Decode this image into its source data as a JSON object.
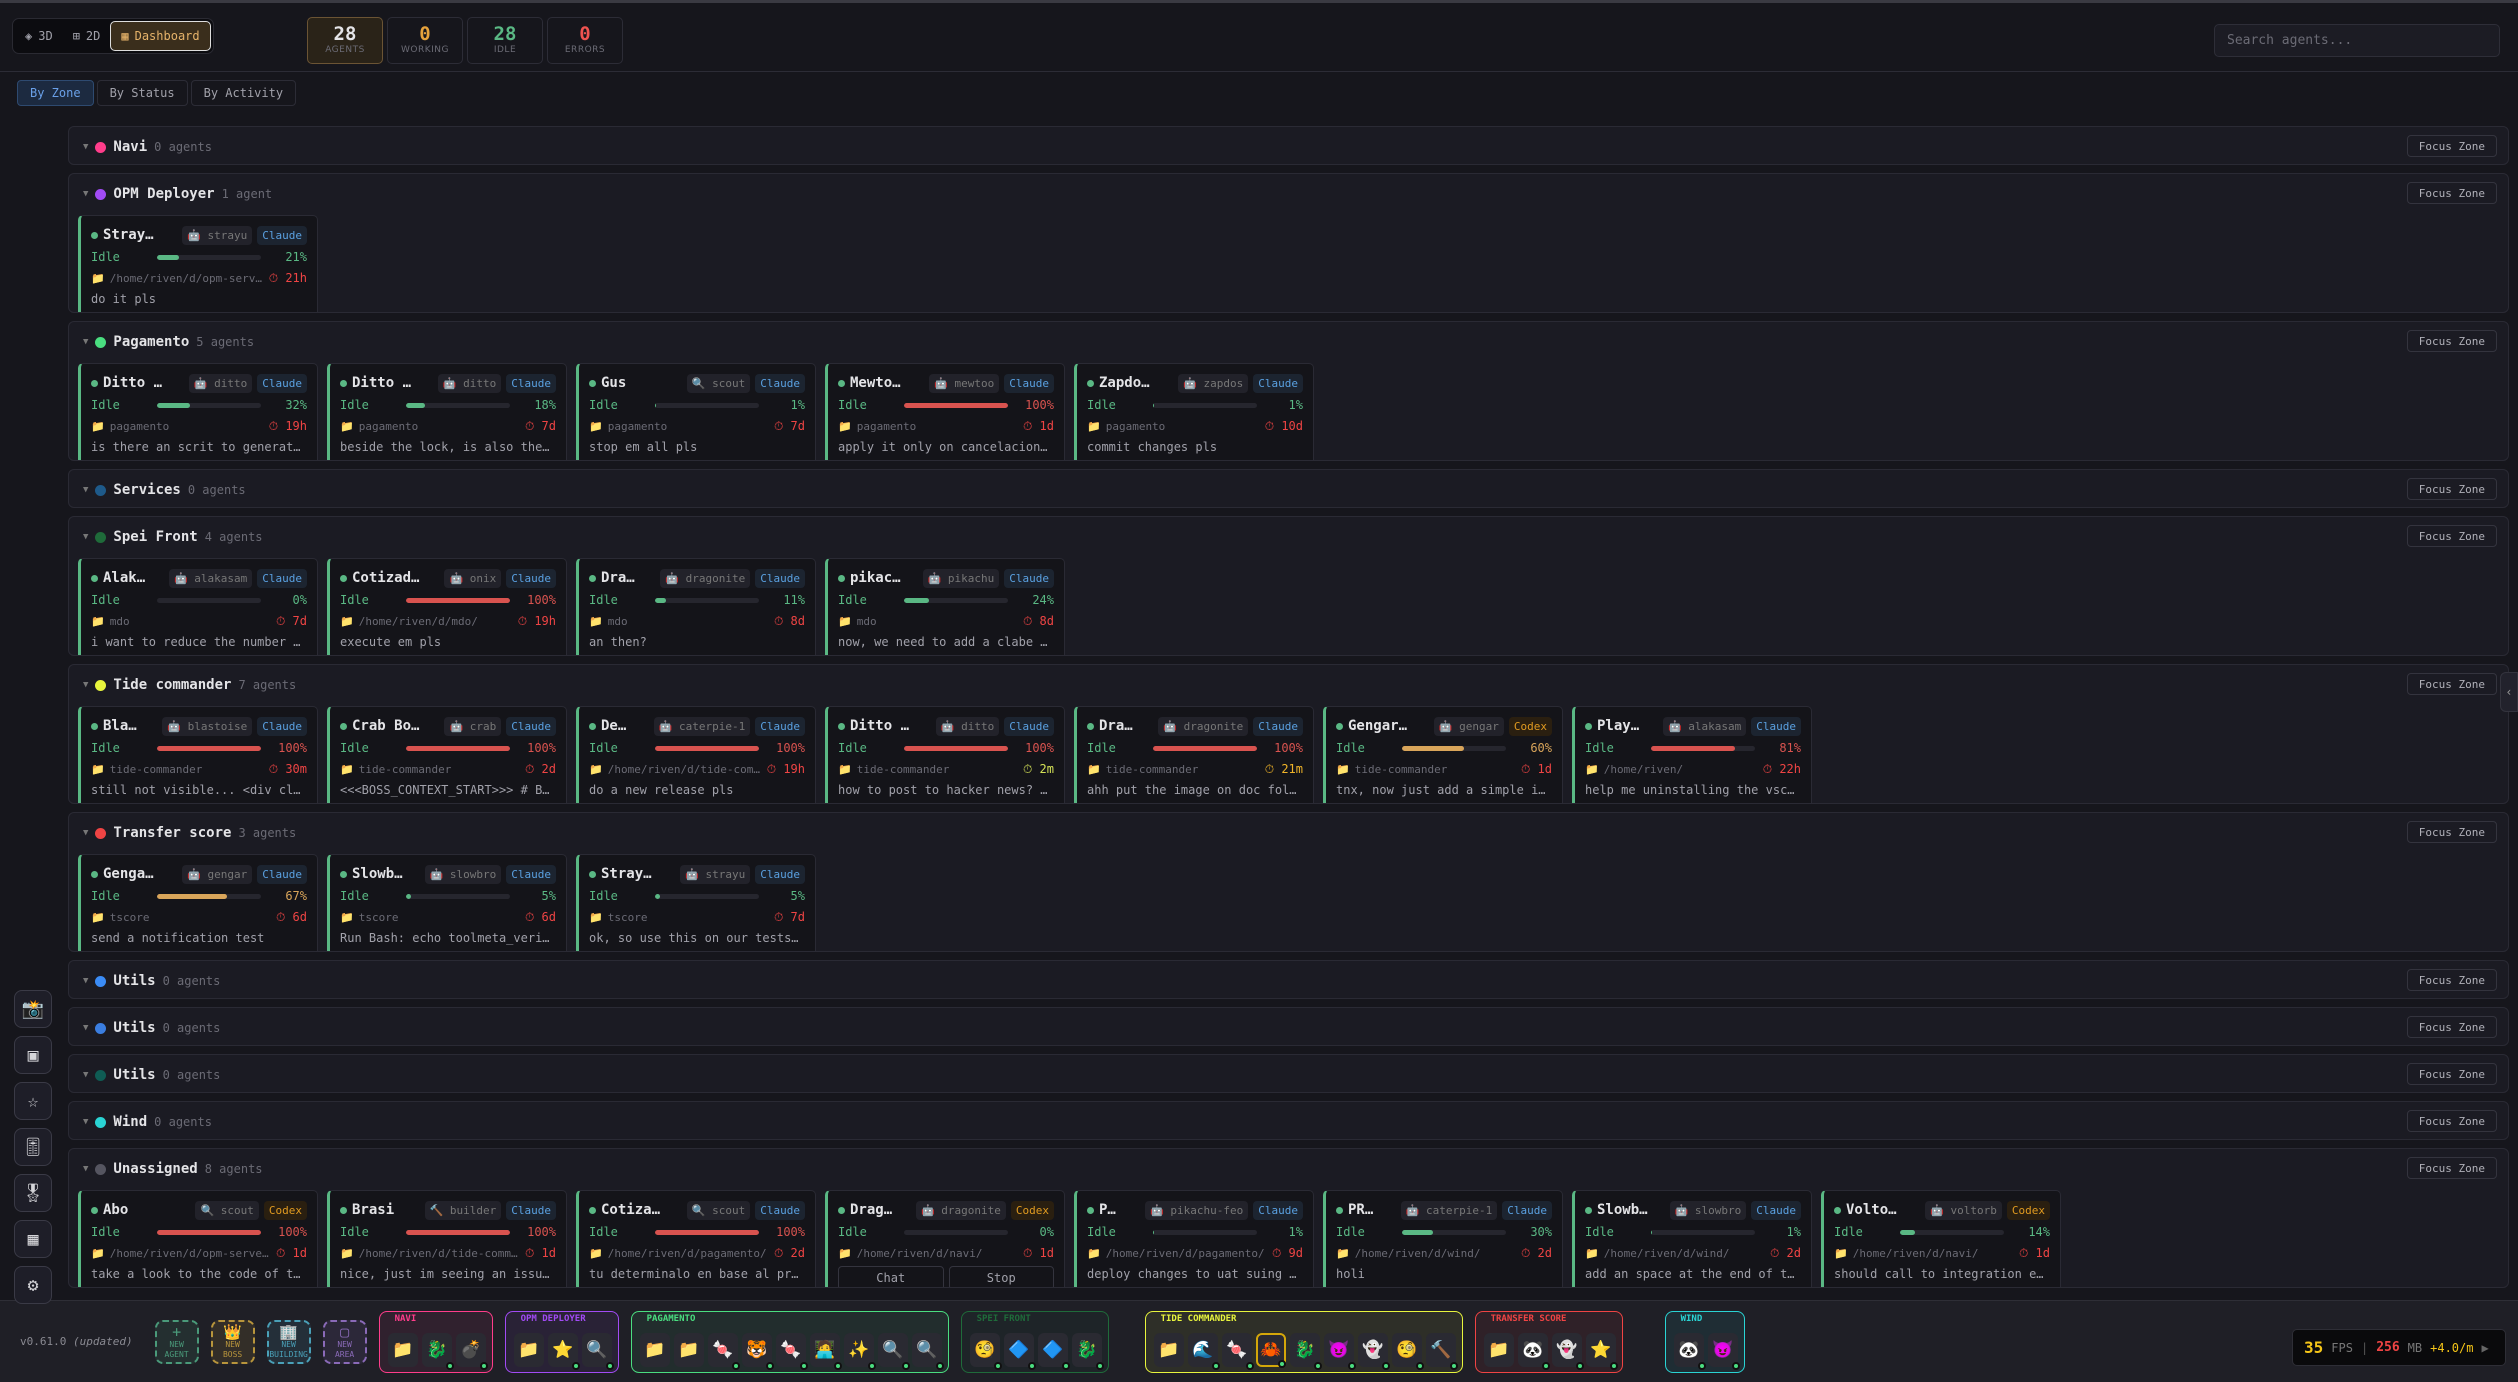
{
  "header": {
    "view_buttons": [
      {
        "icon": "layers-icon",
        "glyph": "◈",
        "label": "3D"
      },
      {
        "icon": "grid-icon",
        "glyph": "⊞",
        "label": "2D"
      },
      {
        "icon": "dashboard-icon",
        "glyph": "▦",
        "label": "Dashboard",
        "active": true
      }
    ],
    "stats": [
      {
        "value": "28",
        "label": "AGENTS",
        "color": "#e4e4e7"
      },
      {
        "value": "0",
        "label": "WORKING",
        "color": "#e6a23c"
      },
      {
        "value": "28",
        "label": "IDLE",
        "color": "#5ab884"
      },
      {
        "value": "0",
        "label": "ERRORS",
        "color": "#ef5350"
      }
    ],
    "search_placeholder": "Search agents..."
  },
  "tabs": [
    {
      "label": "By Zone",
      "active": true
    },
    {
      "label": "By Status"
    },
    {
      "label": "By Activity"
    }
  ],
  "focus_label": "Focus Zone",
  "card_actions": [
    "Chat",
    "Stop"
  ],
  "colors": {
    "low": "#5ab884",
    "mid": "#d9a55a",
    "high": "#d9534f",
    "time_red": "#ef4444",
    "time_yellow": "#d4e157",
    "time_orange": "#f0b429"
  },
  "zones": [
    {
      "name": "Navi",
      "count": "0 agents",
      "color": "#ff3d8b",
      "agents": []
    },
    {
      "name": "OPM Deployer",
      "count": "1 agent",
      "color": "#a24bf5",
      "agents": [
        {
          "name": "Stray…",
          "cls": "🤖 strayu",
          "provider": "Claude",
          "status": "Idle",
          "pct": 21,
          "path": "/home/riven/d/opm-servers…",
          "time": "21h",
          "msg": "do it pls"
        }
      ]
    },
    {
      "name": "Pagamento",
      "count": "5 agents",
      "color": "#4ade80",
      "agents": [
        {
          "name": "Ditto …",
          "cls": "🤖 ditto",
          "provider": "Claude",
          "status": "Idle",
          "pct": 32,
          "path": "pagamento",
          "time": "19h",
          "msg": "is there an scrit to generate a…"
        },
        {
          "name": "Ditto …",
          "cls": "🤖 ditto",
          "provider": "Claude",
          "status": "Idle",
          "pct": 18,
          "path": "pagamento",
          "time": "7d",
          "msg": "beside the lock, is also there …"
        },
        {
          "name": "Gus",
          "cls": "🔍 scout",
          "provider": "Claude",
          "status": "Idle",
          "pct": 1,
          "path": "pagamento",
          "time": "7d",
          "msg": "stop em all pls"
        },
        {
          "name": "Mewto…",
          "cls": "🤖 mewtoo",
          "provider": "Claude",
          "status": "Idle",
          "pct": 100,
          "path": "pagamento",
          "time": "1d",
          "msg": "apply it only on cancelacion pls"
        },
        {
          "name": "Zapdo…",
          "cls": "🤖 zapdos",
          "provider": "Claude",
          "status": "Idle",
          "pct": 1,
          "path": "pagamento",
          "time": "10d",
          "msg": "commit changes pls"
        }
      ]
    },
    {
      "name": "Services",
      "count": "0 agents",
      "color": "#1e5a8a",
      "agents": []
    },
    {
      "name": "Spei Front",
      "count": "4 agents",
      "color": "#1f6b3a",
      "agents": [
        {
          "name": "Alak…",
          "cls": "🤖 alakasam",
          "provider": "Claude",
          "status": "Idle",
          "pct": 0,
          "path": "mdo",
          "time": "7d",
          "msg": "i want to reduce the number of …"
        },
        {
          "name": "Cotizad…",
          "cls": "🤖 onix",
          "provider": "Claude",
          "status": "Idle",
          "pct": 100,
          "path": "/home/riven/d/mdo/",
          "time": "19h",
          "msg": "execute em pls"
        },
        {
          "name": "Dra…",
          "cls": "🤖 dragonite",
          "provider": "Claude",
          "status": "Idle",
          "pct": 11,
          "path": "mdo",
          "time": "8d",
          "msg": "an then?"
        },
        {
          "name": "pikac…",
          "cls": "🤖 pikachu",
          "provider": "Claude",
          "status": "Idle",
          "pct": 24,
          "path": "mdo",
          "time": "8d",
          "msg": "now, we need to add a clabe val…"
        }
      ]
    },
    {
      "name": "Tide commander",
      "count": "7 agents",
      "color": "#e8f53d",
      "agents": [
        {
          "name": "Bla…",
          "cls": "🤖 blastoise",
          "provider": "Claude",
          "status": "Idle",
          "pct": 100,
          "path": "tide-commander",
          "time": "30m",
          "msg": "still not visible... <div class…"
        },
        {
          "name": "Crab Bo…",
          "cls": "🤖 crab",
          "provider": "Claude",
          "status": "Idle",
          "pct": 100,
          "path": "tide-commander",
          "time": "2d",
          "msg": "<<<BOSS_CONTEXT_START>>> # BOSS…"
        },
        {
          "name": "De…",
          "cls": "🤖 caterpie-1",
          "provider": "Claude",
          "status": "Idle",
          "pct": 100,
          "path": "/home/riven/d/tide-comman…",
          "time": "19h",
          "msg": "do a new release pls"
        },
        {
          "name": "Ditto …",
          "cls": "🤖 ditto",
          "provider": "Claude",
          "status": "Idle",
          "pct": 100,
          "path": "tide-commander",
          "time": "2m",
          "time_level": "yellow",
          "msg": "how to post to hacker news? wha…"
        },
        {
          "name": "Dra…",
          "cls": "🤖 dragonite",
          "provider": "Claude",
          "status": "Idle",
          "pct": 100,
          "path": "tide-commander",
          "time": "21m",
          "time_level": "orange",
          "msg": "ahh put the image on doc folder…"
        },
        {
          "name": "Gengar…",
          "cls": "🤖 gengar",
          "provider": "Codex",
          "status": "Idle",
          "pct": 60,
          "path": "tide-commander",
          "time": "1d",
          "msg": "tnx, now just add a simple indi…"
        },
        {
          "name": "Play…",
          "cls": "🤖 alakasam",
          "provider": "Claude",
          "status": "Idle",
          "pct": 81,
          "path": "/home/riven/",
          "time": "22h",
          "msg": "help me uninstalling the vscode"
        }
      ]
    },
    {
      "name": "Transfer score",
      "count": "3 agents",
      "color": "#ef4444",
      "agents": [
        {
          "name": "Genga…",
          "cls": "🤖 gengar",
          "provider": "Claude",
          "status": "Idle",
          "pct": 67,
          "path": "tscore",
          "time": "6d",
          "msg": "send a notification test"
        },
        {
          "name": "Slowb…",
          "cls": "🤖 slowbro",
          "provider": "Claude",
          "status": "Idle",
          "pct": 5,
          "path": "tscore",
          "time": "6d",
          "msg": "Run Bash: echo toolmeta_verify_…"
        },
        {
          "name": "Stray…",
          "cls": "🤖 strayu",
          "provider": "Claude",
          "status": "Idle",
          "pct": 5,
          "path": "tscore",
          "time": "7d",
          "msg": "ok, so use this on our tests pl…"
        }
      ]
    },
    {
      "name": "Utils",
      "count": "0 agents",
      "color": "#3b8cf6",
      "agents": []
    },
    {
      "name": "Utils",
      "count": "0 agents",
      "color": "#3b7ee0",
      "agents": []
    },
    {
      "name": "Utils",
      "count": "0 agents",
      "color": "#0f5c54",
      "agents": []
    },
    {
      "name": "Wind",
      "count": "0 agents",
      "color": "#2ad4d4",
      "agents": []
    },
    {
      "name": "Unassigned",
      "count": "8 agents",
      "color": "#555560",
      "agents": [
        {
          "name": "Abo",
          "cls": "🔍 scout",
          "provider": "Codex",
          "status": "Idle",
          "pct": 100,
          "path": "/home/riven/d/opm-servers-…",
          "time": "1d",
          "msg": "take a look to the code of the …"
        },
        {
          "name": "Brasi",
          "cls": "🔨 builder",
          "provider": "Claude",
          "status": "Idle",
          "pct": 100,
          "path": "/home/riven/d/tide-command…",
          "time": "1d",
          "msg": "nice, just im seeing an issue, …"
        },
        {
          "name": "Cotiza…",
          "cls": "🔍 scout",
          "provider": "Claude",
          "status": "Idle",
          "pct": 100,
          "path": "/home/riven/d/pagamento/",
          "time": "2d",
          "msg": "tu determinalo en base al prome…"
        },
        {
          "name": "Drag…",
          "cls": "🤖 dragonite",
          "provider": "Codex",
          "status": "Idle",
          "pct": 0,
          "path": "/home/riven/d/navi/",
          "time": "1d",
          "msg": ""
        },
        {
          "name": "P…",
          "cls": "🤖 pikachu-feo",
          "provider": "Claude",
          "status": "Idle",
          "pct": 1,
          "path": "/home/riven/d/pagamento/",
          "time": "9d",
          "msg": "deploy changes to uat suing you…"
        },
        {
          "name": "PR…",
          "cls": "🤖 caterpie-1",
          "provider": "Claude",
          "status": "Idle",
          "pct": 30,
          "path": "/home/riven/d/wind/",
          "time": "2d",
          "msg": "holi"
        },
        {
          "name": "Slowb…",
          "cls": "🤖 slowbro",
          "provider": "Claude",
          "status": "Idle",
          "pct": 1,
          "path": "/home/riven/d/wind/",
          "time": "2d",
          "msg": "add an space at the end of the …"
        },
        {
          "name": "Volto…",
          "cls": "🤖 voltorb",
          "provider": "Codex",
          "status": "Idle",
          "pct": 14,
          "path": "/home/riven/d/navi/",
          "time": "1d",
          "msg": "should call to integration erro…"
        }
      ]
    }
  ],
  "left_tools": [
    {
      "icon": "camera-icon",
      "glyph": "📸"
    },
    {
      "icon": "picture-in-picture-icon",
      "glyph": "▣"
    },
    {
      "icon": "star-icon",
      "glyph": "☆"
    },
    {
      "icon": "sliders-icon",
      "glyph": "🎚"
    },
    {
      "icon": "medal-icon",
      "glyph": "🎖"
    },
    {
      "icon": "grid-icon",
      "glyph": "▦"
    },
    {
      "icon": "gear-icon",
      "glyph": "⚙"
    }
  ],
  "bottom": {
    "version": "v0.61.0",
    "version_note": "(updated)",
    "new_buttons": [
      {
        "glyph": "+",
        "l1": "NEW",
        "l2": "AGENT",
        "color": "#4a9a7a"
      },
      {
        "glyph": "👑",
        "l1": "NEW",
        "l2": "BOSS",
        "color": "#b8953c"
      },
      {
        "glyph": "🏢",
        "l1": "NEW",
        "l2": "BUILDING",
        "color": "#4aa0b8"
      },
      {
        "glyph": "▢",
        "l1": "NEW",
        "l2": "AREA",
        "color": "#8a6ab8"
      }
    ],
    "groups": [
      {
        "label": "NAVI",
        "color": "#ff3d8b",
        "items": [
          "📁",
          "🐉",
          "💣"
        ]
      },
      {
        "label": "OPM DEPLOYER",
        "color": "#a24bf5",
        "items": [
          "📁",
          "⭐",
          "🔍"
        ]
      },
      {
        "label": "PAGAMENTO",
        "color": "#4ade80",
        "items": [
          "📁",
          "📁",
          "🍬",
          "🐯",
          "🍬",
          "🧑‍💻",
          "✨",
          "🔍",
          "🔍"
        ]
      },
      {
        "label": "SPEI FRONT",
        "color": "#1f6b3a",
        "items": [
          "🧐",
          "🔷",
          "🔷",
          "🐉"
        ]
      },
      {
        "label": "TIDE COMMANDER",
        "color": "#e8f53d",
        "items": [
          "📁",
          "🌊",
          "🍬",
          "🦀",
          "🐉",
          "😈",
          "👻",
          "🧐",
          "🔨"
        ],
        "selected": 3
      },
      {
        "label": "TRANSFER SCORE",
        "color": "#ef4444",
        "items": [
          "📁",
          "🐼",
          "👻",
          "⭐"
        ]
      },
      {
        "label": "WIND",
        "color": "#2ad4d4",
        "items": [
          "🐼",
          "😈"
        ]
      }
    ],
    "perf": {
      "fps": "35",
      "fps_label": "FPS",
      "sep": "|",
      "mem": "256",
      "mem_label": "MB",
      "rate": "+4.0/m",
      "play": "▶"
    }
  }
}
